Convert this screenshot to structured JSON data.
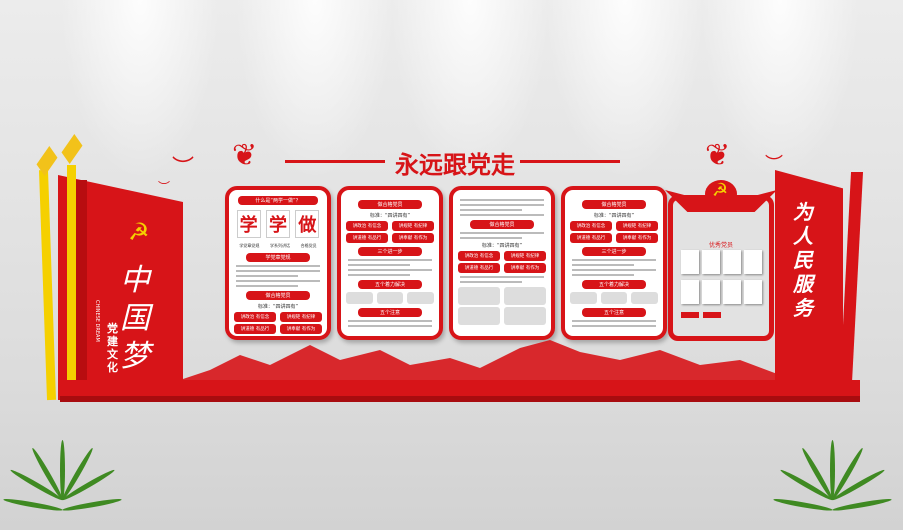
{
  "title": "永远跟党走",
  "left_banner": {
    "main": "中国梦",
    "sub_en": "CHINESE DREAM",
    "sub": "党建文化",
    "emblem": "hammer-sickle-icon"
  },
  "right_banner": {
    "text": "为人民服务"
  },
  "panels": [
    {
      "header": "什么是“两学一做”？",
      "big_chars": [
        "学",
        "学",
        "做"
      ],
      "big_sub": [
        "学党章党规",
        "学系列讲话",
        "合格党员"
      ],
      "section1": "学党章党规",
      "section2": "做合格党员",
      "standard": "标准：“四讲四有”",
      "buttons": [
        "讲政治 有信念",
        "讲规矩 有纪律",
        "讲道德 有品行",
        "讲奉献 有作为"
      ]
    },
    {
      "section1": "做合格党员",
      "standard": "标准：“四讲四有”",
      "buttons": [
        "讲政治 有信念",
        "讲规矩 有纪律",
        "讲道德 有品行",
        "讲奉献 有作为"
      ],
      "section2": "三个进一步",
      "section3": "五个着力解决",
      "section4": "五个注意"
    },
    {
      "section1": "做合格党员",
      "standard": "标准：“四讲四有”",
      "buttons": [
        "讲政治 有信念",
        "讲规矩 有纪律",
        "讲道德 有品行",
        "讲奉献 有作为"
      ]
    },
    {
      "section1": "做合格党员",
      "standard": "标准：“四讲四有”",
      "buttons": [
        "讲政治 有信念",
        "讲规矩 有纪律",
        "讲道德 有品行",
        "讲奉献 有作为"
      ],
      "section2": "三个进一步",
      "section3": "五个着力解决",
      "section4": "五个注意"
    }
  ],
  "photo_board": {
    "header": "优秀党员"
  },
  "colors": {
    "red": "#d71418",
    "gold": "#f5d000",
    "wall": "#e4e4e4"
  }
}
